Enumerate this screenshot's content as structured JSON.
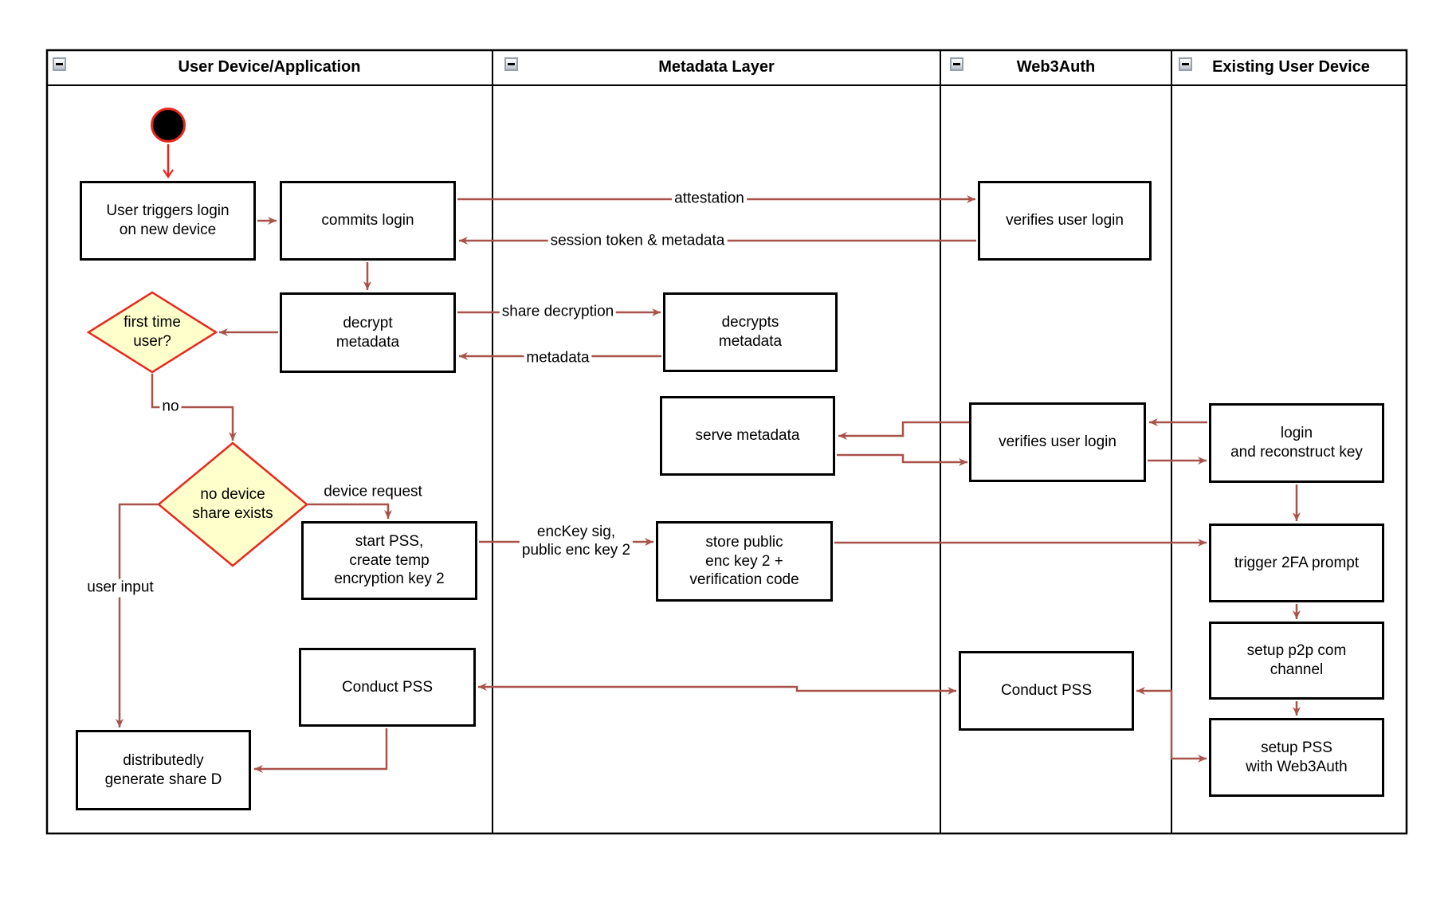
{
  "colors": {
    "flow_arrow": "#a8524a",
    "highlight_red": "#e8281e",
    "decision_fill": "#ffffcc",
    "shape_border": "#000000"
  },
  "lanes": [
    {
      "title": "User Device/Application"
    },
    {
      "title": "Metadata Layer"
    },
    {
      "title": "Web3Auth"
    },
    {
      "title": "Existing User Device"
    }
  ],
  "nodes": {
    "user_triggers": {
      "label": "User triggers login\non new device"
    },
    "commits_login": {
      "label": "commits login"
    },
    "decrypt_metadata": {
      "label": "decrypt\nmetadata"
    },
    "first_time_user": {
      "label": "first time\nuser?"
    },
    "no_device_share": {
      "label": "no device\nshare exists"
    },
    "start_pss": {
      "label": "start PSS,\ncreate temp\nencryption key 2"
    },
    "conduct_pss_user": {
      "label": "Conduct PSS"
    },
    "distributedly_generate": {
      "label": "distributedly\ngenerate share D"
    },
    "decrypts_metadata": {
      "label": "decrypts\nmetadata"
    },
    "serve_metadata": {
      "label": "serve metadata"
    },
    "store_public": {
      "label": "store public\nenc key 2 +\nverification code"
    },
    "verifies_user_login_1": {
      "label": "verifies user login"
    },
    "verifies_user_login_2": {
      "label": "verifies user login"
    },
    "conduct_pss_w3a": {
      "label": "Conduct PSS"
    },
    "login_reconstruct": {
      "label": "login\nand reconstruct key"
    },
    "trigger_2fa": {
      "label": "trigger 2FA prompt"
    },
    "setup_p2p": {
      "label": "setup p2p com\nchannel"
    },
    "setup_pss": {
      "label": "setup PSS\nwith Web3Auth"
    }
  },
  "edge_labels": {
    "attestation": "attestation",
    "session_token": "session token & metadata",
    "share_decryption": "share decryption",
    "metadata": "metadata",
    "no": "no",
    "device_request": "device request",
    "enckey": "encKey sig,\npublic enc key 2",
    "user_input": "user input"
  }
}
